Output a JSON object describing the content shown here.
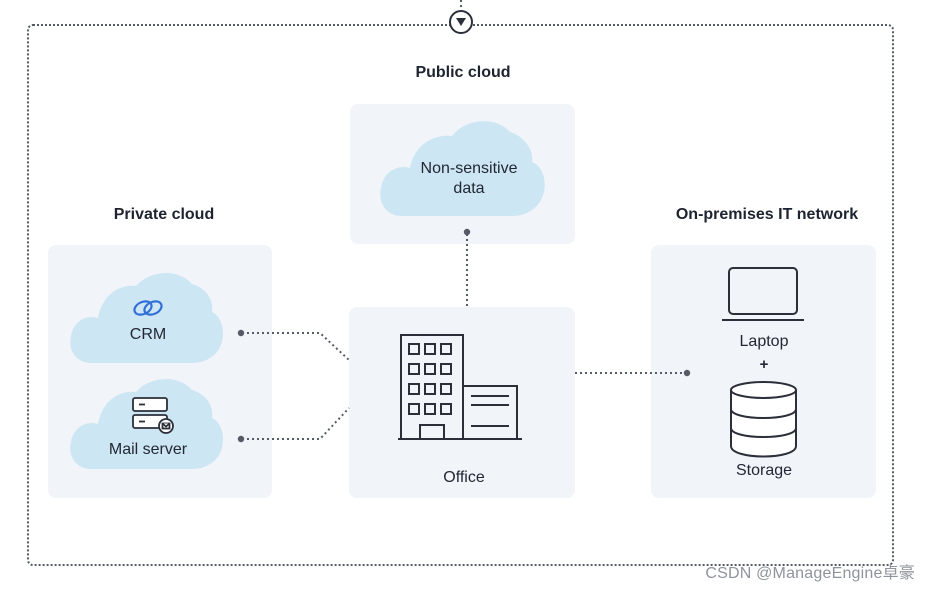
{
  "sections": {
    "public_cloud": "Public cloud",
    "private_cloud": "Private cloud",
    "on_premises": "On-premises IT network"
  },
  "nodes": {
    "non_sensitive_line1": "Non-sensitive",
    "non_sensitive_line2": "data",
    "crm": "CRM",
    "mail_server": "Mail server",
    "office": "Office",
    "laptop": "Laptop",
    "plus": "+",
    "storage": "Storage"
  },
  "watermark": "CSDN @ManageEngine卓豪",
  "colors": {
    "panel_bg": "#f1f4f9",
    "cloud_fill": "#cde6f3",
    "crm_icon": "#2f6fd6",
    "line": "#555a66"
  }
}
